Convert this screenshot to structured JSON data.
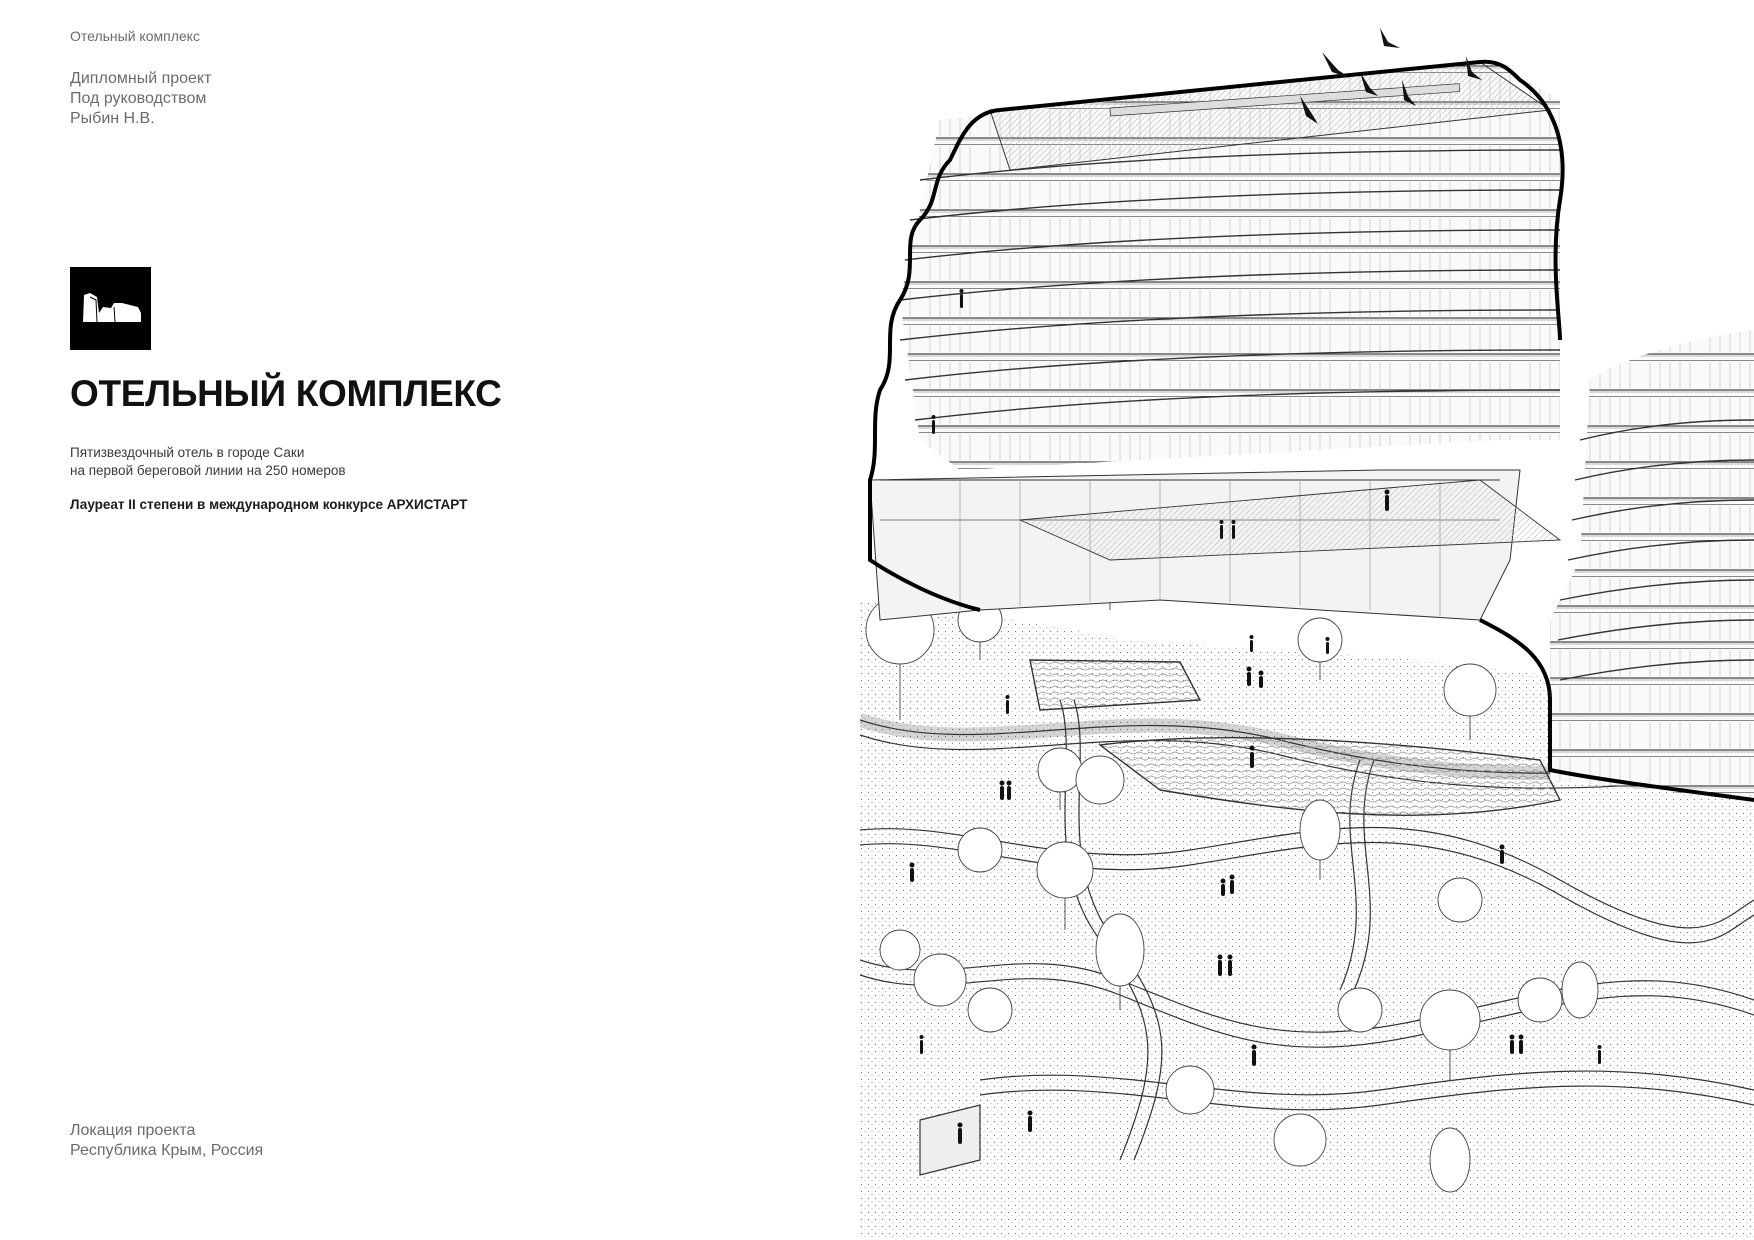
{
  "header": {
    "section_label": "Отельный комплекс",
    "credits": [
      "Дипломный проект",
      "Под руководством",
      "Рыбин Н.В."
    ]
  },
  "logo": {
    "icon": "building-silhouette-icon"
  },
  "project": {
    "title": "ОТЕЛЬНЫЙ КОМПЛЕКС",
    "description": [
      "Пятизвездочный отель в городе Саки",
      "на первой береговой линии на 250 номеров"
    ],
    "award": "Лауреат II степени в международном конкурсе АРХИСТАРТ"
  },
  "location": {
    "label": "Локация проекта",
    "value": "Республика Крым, Россия"
  },
  "illustration": {
    "icon": "axonometric-hotel-drawing",
    "colors": {
      "ink": "#111111",
      "paper": "#ffffff",
      "shade": "#d9d9d9"
    }
  }
}
